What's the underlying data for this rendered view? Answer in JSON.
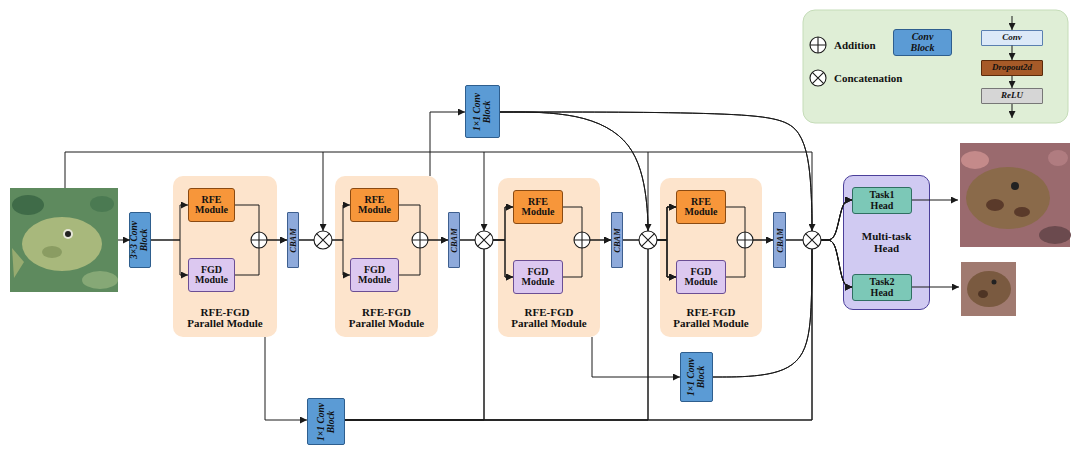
{
  "diagram": {
    "nodes": [
      {
        "text": [
          "3×3 Conv Block"
        ]
      },
      {
        "text": [
          "RFE-FGD Parallel Module"
        ]
      },
      {
        "text": [
          "RFE Module"
        ],
        "in": 1
      },
      {
        "text": [
          "FGD Module"
        ],
        "in": 1
      },
      {
        "text": [
          "CBAM"
        ]
      },
      {
        "text": [
          "RFE-FGD Parallel Module"
        ]
      },
      {
        "text": [
          "RFE Module"
        ],
        "in": 5
      },
      {
        "text": [
          "FGD Module"
        ],
        "in": 5
      },
      {
        "text": [
          "CBAM"
        ]
      },
      {
        "text": [
          "1×1 Conv Block"
        ]
      },
      {
        "text": [
          "RFE-FGD Parallel Module"
        ]
      },
      {
        "text": [
          "RFE Module"
        ],
        "in": 10
      },
      {
        "text": [
          "FGD Module"
        ],
        "in": 10
      },
      {
        "text": [
          "CBAM"
        ]
      },
      {
        "text": [
          "RFE-FGD Parallel Module"
        ]
      },
      {
        "text": [
          "RFE Module"
        ],
        "in": 14
      },
      {
        "text": [
          "FGD Module"
        ],
        "in": 14
      },
      {
        "text": [
          "CBAM"
        ]
      },
      {
        "text": [
          "1×1 Conv Block"
        ]
      },
      {
        "text": [
          "1×1 Conv Block"
        ]
      },
      {
        "text": [
          "Multi-task Head"
        ]
      },
      {
        "text": [
          "Task1 Head"
        ],
        "in": 20
      },
      {
        "text": [
          "Task2 Head"
        ],
        "in": 20
      },
      {
        "text": [
          "Conv Block"
        ]
      },
      {
        "text": [
          "Conv"
        ]
      },
      {
        "text": [
          "Dropout2d"
        ]
      },
      {
        "text": [
          "ReLU"
        ]
      }
    ],
    "edges": [
      {
        "from": 0,
        "to": 2,
        "arrow": "to"
      },
      {
        "from": 0,
        "to": 3,
        "arrow": "to"
      },
      {
        "from": 2,
        "to": 4,
        "arrow": "to"
      },
      {
        "from": 3,
        "to": 4,
        "arrow": "to"
      },
      {
        "from": 4,
        "to": 6,
        "arrow": "to"
      },
      {
        "from": 4,
        "to": 7,
        "arrow": "to"
      },
      {
        "from": 6,
        "to": 8,
        "arrow": "to"
      },
      {
        "from": 7,
        "to": 8,
        "arrow": "to"
      },
      {
        "from": 8,
        "to": 11,
        "arrow": "to"
      },
      {
        "from": 8,
        "to": 12,
        "arrow": "to"
      },
      {
        "from": 11,
        "to": 13,
        "arrow": "to"
      },
      {
        "from": 12,
        "to": 13,
        "arrow": "to"
      },
      {
        "from": 13,
        "to": 15,
        "arrow": "to"
      },
      {
        "from": 13,
        "to": 16,
        "arrow": "to"
      },
      {
        "from": 15,
        "to": 17,
        "arrow": "to"
      },
      {
        "from": 16,
        "to": 17,
        "arrow": "to"
      },
      {
        "from": 17,
        "to": 21,
        "arrow": "to"
      },
      {
        "from": 17,
        "to": 22,
        "arrow": "to"
      },
      {
        "from": 1,
        "to": 19,
        "arrow": "to"
      },
      {
        "from": 5,
        "to": 9,
        "arrow": "to"
      },
      {
        "from": 10,
        "to": 18,
        "arrow": "to"
      },
      {
        "from": 19,
        "to": 11,
        "arrow": "to"
      },
      {
        "from": 19,
        "to": 12,
        "arrow": "to"
      },
      {
        "from": 19,
        "to": 15,
        "arrow": "to"
      },
      {
        "from": 19,
        "to": 16,
        "arrow": "to"
      },
      {
        "from": 19,
        "to": 21,
        "arrow": "to"
      },
      {
        "from": 19,
        "to": 22,
        "arrow": "to"
      },
      {
        "from": 9,
        "to": 15,
        "arrow": "to"
      },
      {
        "from": 9,
        "to": 16,
        "arrow": "to"
      },
      {
        "from": 9,
        "to": 21,
        "arrow": "to"
      },
      {
        "from": 9,
        "to": 22,
        "arrow": "to"
      },
      {
        "from": 18,
        "to": 21,
        "arrow": "to"
      },
      {
        "from": 18,
        "to": 22,
        "arrow": "to"
      },
      {
        "from": 24,
        "to": 25,
        "arrow": "to"
      },
      {
        "from": 25,
        "to": 26,
        "arrow": "to"
      }
    ],
    "legend": [
      {
        "text": "Addition"
      },
      {
        "text": "Concatenation"
      }
    ]
  }
}
